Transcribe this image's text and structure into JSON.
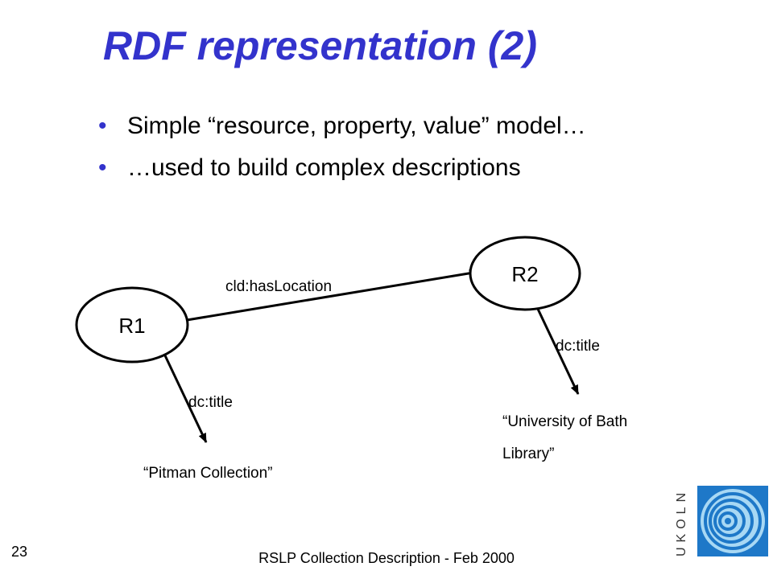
{
  "slide": {
    "title": "RDF representation (2)",
    "bullets": [
      {
        "text": "Simple “resource, property, value” model…"
      },
      {
        "text": "…used to build complex descriptions"
      }
    ],
    "number": "23",
    "footer": "RSLP Collection Description - Feb 2000"
  },
  "diagram": {
    "nodes": [
      {
        "id": "R1",
        "label": "R1"
      },
      {
        "id": "R2",
        "label": "R2"
      }
    ],
    "edges": [
      {
        "from": "R1",
        "to": "R2",
        "label": "cld:hasLocation"
      },
      {
        "from": "R1",
        "to": "v1",
        "label": "dc:title"
      },
      {
        "from": "R2",
        "to": "v2",
        "label": "dc:title"
      }
    ],
    "values": [
      {
        "id": "v1",
        "lines": [
          "“Pitman Collection”"
        ]
      },
      {
        "id": "v2",
        "lines": [
          "“University of Bath",
          "Library”"
        ]
      }
    ]
  },
  "logo": {
    "text": "UKOLN",
    "colors": {
      "ring": "#1e78c8",
      "light": "#a8d8f4"
    }
  },
  "colors": {
    "title": "#3333cc",
    "bullet": "#3333cc"
  }
}
